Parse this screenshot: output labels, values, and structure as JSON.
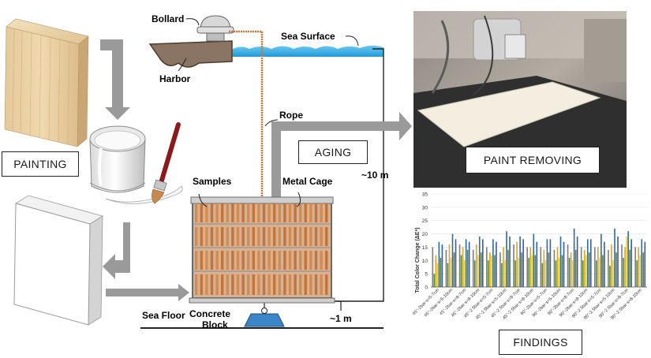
{
  "steps": {
    "painting": "PAINTING",
    "aging": "AGING",
    "paint_removing": "PAINT REMOVING",
    "findings": "FINDINGS"
  },
  "sea_labels": {
    "bollard": "Bollard",
    "harbor": "Harbor",
    "sea_surface": "Sea Surface",
    "rope": "Rope",
    "samples": "Samples",
    "metal_cage": "Metal Cage",
    "depth_total": "~10 m",
    "sea_floor": "Sea Floor",
    "concrete_block": "Concrete\nBlock",
    "depth_bottom": "~1 m"
  },
  "colors": {
    "sea": "#29a8e0",
    "arrow": "#9a9a9a",
    "rope": "#c8773a",
    "block": "#3b86c9",
    "harbor": "#8a7565"
  },
  "chart_data": {
    "type": "bar",
    "ylabel": "Total Color Change (ΔE*)",
    "ylim": [
      0,
      35
    ],
    "yticks": [
      0,
      5,
      10,
      15,
      20,
      25,
      30,
      35
    ],
    "grid": true,
    "categories": [
      "45°-2bar-s=5-7cm",
      "45°-2bar-s=5-10cm",
      "45°-2bar-s=8-7cm",
      "45°-2bar-s=8-10cm",
      "45°-2.5bar-s=5-7cm",
      "45°-2.5bar-s=5-10cm",
      "45°-2.5bar-s=8-7cm",
      "45°-2.5bar-s=8-10cm",
      "90°-2bar-s=5-7cm",
      "90°-2bar-s=5-10cm",
      "90°-2bar-s=8-7cm",
      "90°-2bar-s=8-10cm",
      "90°-2.5bar-s=5-7cm",
      "90°-2.5bar-s=5-10cm",
      "90°-2.5bar-s=8-7cm",
      "90°-2.5bar-s=8-10cm"
    ],
    "series_colors": [
      "#7f7f7f",
      "#4a8f3c",
      "#e0a326",
      "#f0d230",
      "#2c6f9e",
      "#6b7a3a",
      "#3b5ca8"
    ],
    "series": [
      {
        "values": [
          15,
          14,
          16,
          14,
          15,
          13,
          16,
          15,
          15,
          14,
          16,
          15,
          15,
          14,
          16,
          15
        ]
      },
      {
        "values": [
          5,
          9,
          12,
          10,
          10,
          9,
          10,
          11,
          9,
          10,
          11,
          10,
          10,
          8,
          11,
          10
        ]
      },
      {
        "values": [
          12,
          16,
          15,
          16,
          13,
          15,
          17,
          15,
          14,
          15,
          13,
          14,
          15,
          16,
          15,
          15
        ]
      },
      {
        "values": [
          9,
          11,
          10,
          12,
          12,
          10,
          11,
          12,
          10,
          11,
          10,
          12,
          11,
          10,
          19,
          12
        ]
      },
      {
        "values": [
          17,
          20,
          18,
          19,
          18,
          21,
          19,
          20,
          18,
          19,
          22,
          18,
          20,
          22,
          21,
          18
        ]
      },
      {
        "values": [
          11,
          13,
          14,
          13,
          12,
          14,
          13,
          12,
          13,
          12,
          14,
          13,
          12,
          13,
          14,
          13
        ]
      },
      {
        "values": [
          16,
          18,
          17,
          18,
          17,
          19,
          18,
          17,
          18,
          17,
          19,
          18,
          17,
          19,
          18,
          17
        ]
      }
    ]
  }
}
